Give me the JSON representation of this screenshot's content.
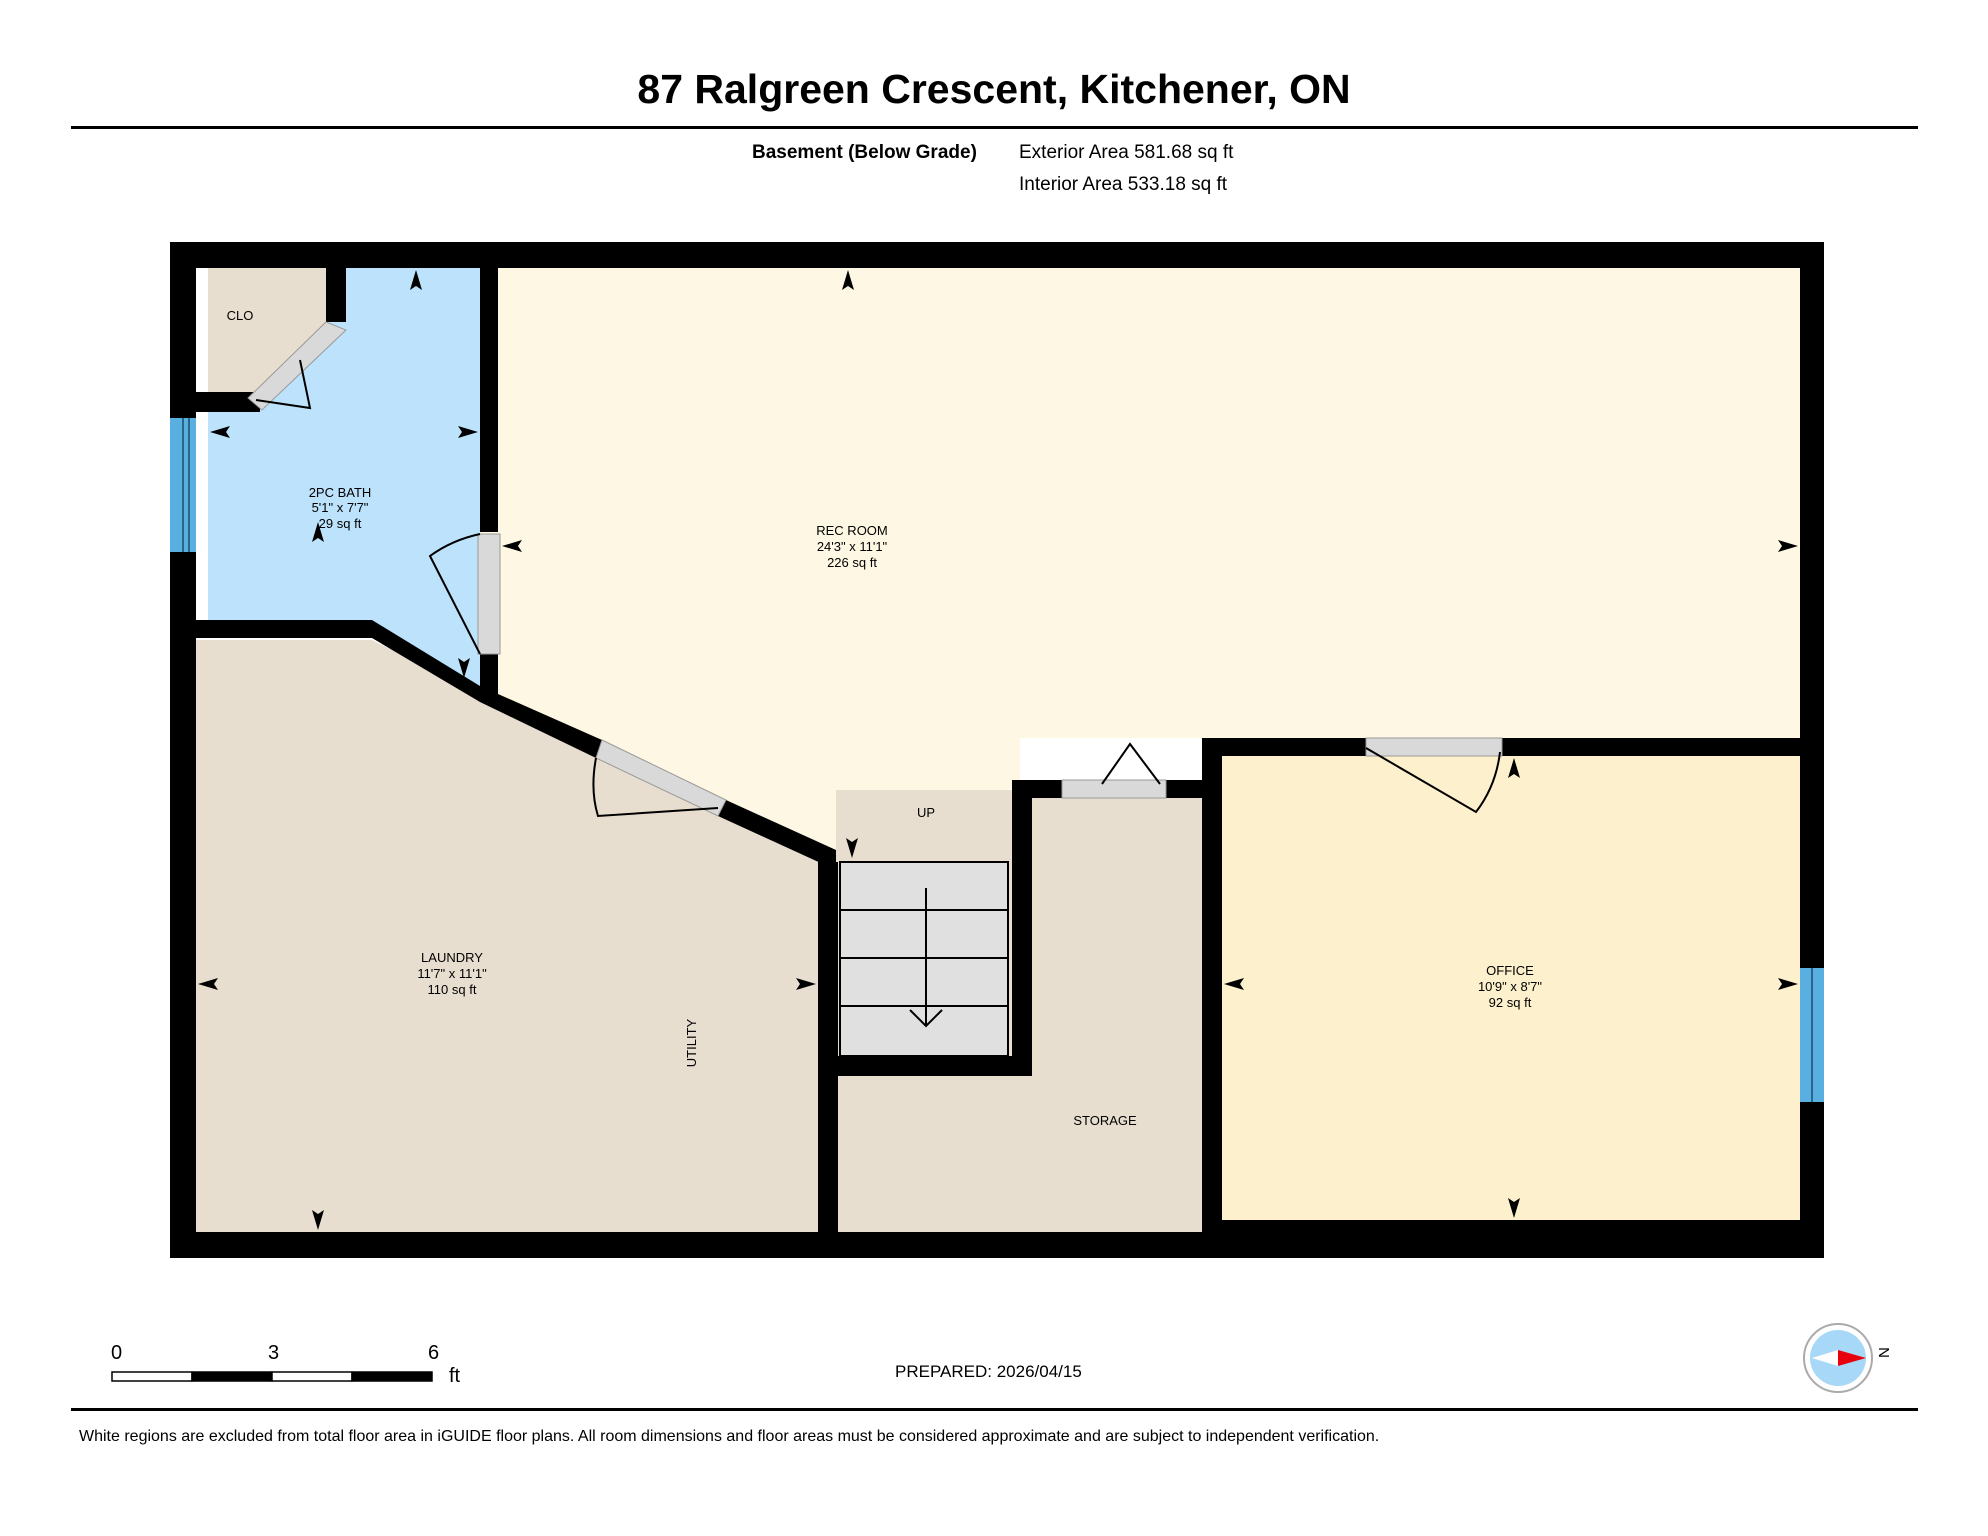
{
  "header": {
    "title": "87 Ralgreen Crescent, Kitchener, ON",
    "level_name": "Basement (Below Grade)",
    "exterior_area": "Exterior Area 581.68 sq ft",
    "interior_area": "Interior Area 533.18 sq ft"
  },
  "rooms": [
    {
      "id": "clo",
      "name": "CLO"
    },
    {
      "id": "bath",
      "name": "2PC BATH",
      "dims": "5'1\" x 7'7\"",
      "area": "29 sq ft"
    },
    {
      "id": "rec",
      "name": "REC ROOM",
      "dims": "24'3\" x 11'1\"",
      "area": "226 sq ft"
    },
    {
      "id": "laundry",
      "name": "LAUNDRY",
      "dims": "11'7\" x 11'1\"",
      "area": "110 sq ft"
    },
    {
      "id": "office",
      "name": "OFFICE",
      "dims": "10'9\" x 8'7\"",
      "area": "92 sq ft"
    },
    {
      "id": "storage",
      "name": "STORAGE"
    }
  ],
  "labels": {
    "utility": "UTILITY",
    "stairs": "UP"
  },
  "colors": {
    "bath": "#bde3fc",
    "rec": "#fdf7e3",
    "laundry": "#e8decf",
    "storage": "#e8decf",
    "clo": "#e8decf",
    "office": "#fdf0cc",
    "stairs": "#e0e0e0",
    "window": "#59b0e0",
    "wall": "#000000",
    "compass_arrow": "#e8000d",
    "compass_ring": "#a8d8f8"
  },
  "scale": {
    "ticks": [
      "0",
      "3",
      "6"
    ],
    "unit": "ft"
  },
  "compass": {
    "icon": "compass-icon",
    "direction": "N"
  },
  "footer": {
    "prepared": "PREPARED: 2026/04/15",
    "disclaimer": "White regions are excluded from total floor area in iGUIDE floor plans. All room dimensions and floor areas must be considered approximate and are subject to independent verification."
  }
}
